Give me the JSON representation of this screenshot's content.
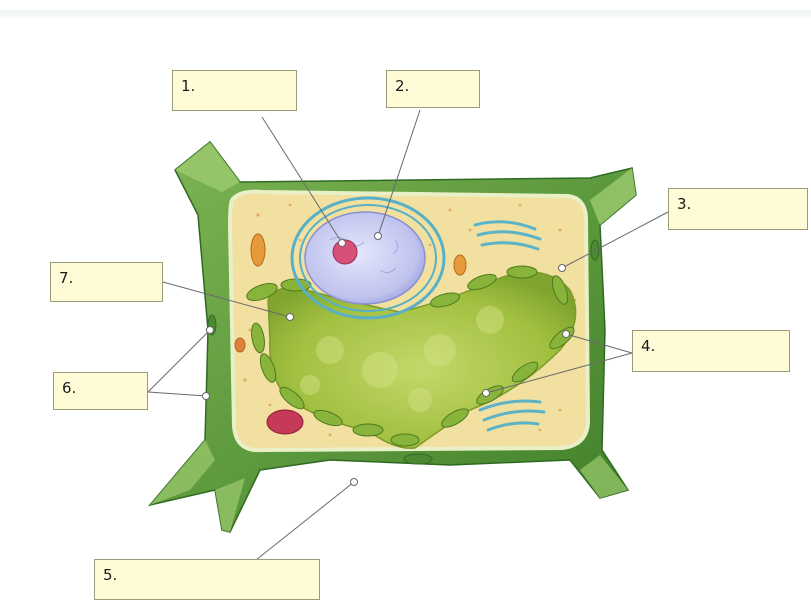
{
  "labels": [
    {
      "id": "1",
      "number": "1."
    },
    {
      "id": "2",
      "number": "2."
    },
    {
      "id": "3",
      "number": "3."
    },
    {
      "id": "4",
      "number": "4."
    },
    {
      "id": "5",
      "number": "5."
    },
    {
      "id": "6",
      "number": "6."
    },
    {
      "id": "7",
      "number": "7."
    }
  ],
  "colors": {
    "label_fill": "#fefbd6",
    "cell_wall": "#5b9a3a",
    "cytoplasm": "#f7e3a4",
    "vacuole": "#a8c44a",
    "nucleus": "#c5c8ef",
    "nucleolus": "#d94a6a",
    "chloroplast": "#7fae3a",
    "endoplasmic_reticulum": "#5cb3c8",
    "mitochondrion": "#b8334a",
    "pointer_line": "#6a6a6a"
  },
  "icons": [
    "plant-cell-illustration"
  ]
}
